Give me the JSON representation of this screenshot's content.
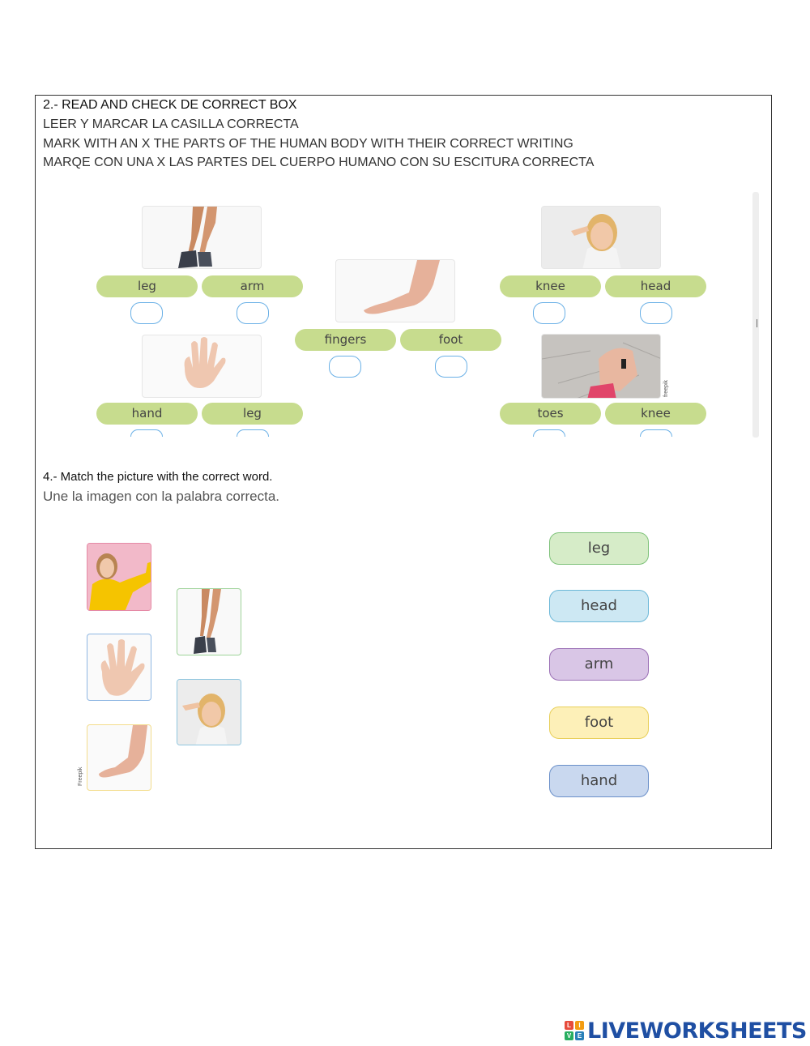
{
  "section2": {
    "line1": "2.- READ AND CHECK DE CORRECT BOX",
    "line2": "LEER Y MARCAR LA CASILLA CORRECTA",
    "line3": "MARK WITH AN X THE PARTS OF THE HUMAN BODY WITH THEIR CORRECT WRITING",
    "line4": " MARQE CON UNA X LAS PARTES DEL CUERPO HUMANO CON SU ESCITURA CORRECTA",
    "items": [
      {
        "image": "leg-photo",
        "options": [
          "leg",
          "arm"
        ]
      },
      {
        "image": "head-photo",
        "options": [
          "knee",
          "head"
        ]
      },
      {
        "image": "foot-photo",
        "options": [
          "fingers",
          "foot"
        ]
      },
      {
        "image": "hand-photo",
        "options": [
          "hand",
          "leg"
        ]
      },
      {
        "image": "knee-photo",
        "options": [
          "toes",
          "knee"
        ]
      }
    ],
    "credit": "freepik"
  },
  "section4": {
    "title": "4.- Match the picture with the correct word.",
    "subtitle": "Une la imagen con la palabra correcta.",
    "pictures": [
      "arm-photo",
      "leg-photo",
      "hand-photo",
      "head-photo",
      "foot-photo"
    ],
    "words": [
      {
        "label": "leg",
        "color": "#d6ecc8",
        "border": "#7fc27a"
      },
      {
        "label": "head",
        "color": "#cde8f3",
        "border": "#6cb8d8"
      },
      {
        "label": "arm",
        "color": "#d9c6e6",
        "border": "#9a6fb5"
      },
      {
        "label": "foot",
        "color": "#fdf0b8",
        "border": "#e8cf5a"
      },
      {
        "label": "hand",
        "color": "#c9d8ef",
        "border": "#6a8fc9"
      }
    ],
    "credit": "Freepik"
  },
  "brand": {
    "logo_text": "LIVEWORKSHEETS",
    "logo_letters": [
      "L",
      "I",
      "V",
      "E"
    ]
  }
}
